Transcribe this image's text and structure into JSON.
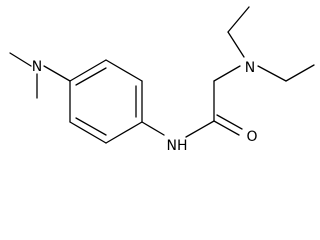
{
  "molecule": {
    "atoms": {
      "amine_n": "N",
      "amide_nh": "NH",
      "carbonyl_o": "O",
      "diethyl_n": "N"
    }
  }
}
